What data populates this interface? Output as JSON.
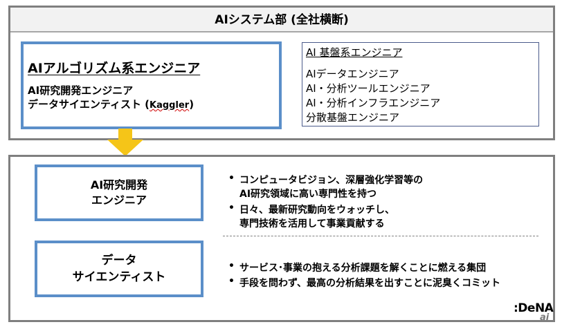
{
  "top_title": "AIシステム部 (全社横断)",
  "algo": {
    "title": "AIアルゴリズム系エンジニア",
    "line1": "AI研究開発エンジニア",
    "line2_prefix": "データサイエンティスト (",
    "line2_wavy": "Kaggler",
    "line2_suffix": ")"
  },
  "infra": {
    "title": "AI 基盤系エンジニア",
    "items": [
      "AIデータエンジニア",
      "AI・分析ツールエンジニア",
      "AI・分析インフラエンジニア",
      "分散基盤エンジニア"
    ]
  },
  "arrow_color": "#f5c518",
  "research": {
    "line1": "AI研究開発",
    "line2": "エンジニア",
    "bullets": [
      {
        "l1": "コンピュータビジョン、深層強化学習等の",
        "l2": "AI研究領域に高い専門性を持つ"
      },
      {
        "l1": "日々、最新研究動向をウォッチし、",
        "l2": "専門技術を活用して事業貢献する"
      }
    ]
  },
  "ds": {
    "line1": "データ",
    "line2": "サイエンティスト",
    "bullets": [
      "サービス･事業の抱える分析課題を解くことに燃える集団",
      "手段を問わず、最高の分析結果を出すことに泥臭くコミット"
    ]
  },
  "logo": ":DeNA",
  "logo_sub": "ai",
  "bullet_char": "•",
  "colors": {
    "box_border": "#5b8fc9",
    "panel_border": "#7f7f7f",
    "arrow": "#f5c518",
    "wavy": "#d00000"
  }
}
